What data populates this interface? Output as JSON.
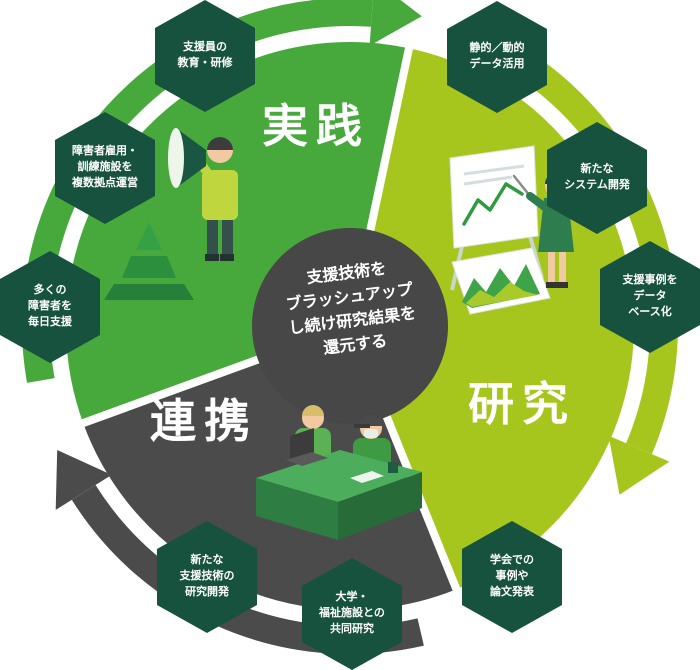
{
  "colors": {
    "practice": "#47a93b",
    "research": "#a6c61e",
    "collaboration": "#4b4b4b",
    "badge-bg": "#17523f",
    "center-bg": "#474747"
  },
  "sections": {
    "practice": {
      "label": "実践"
    },
    "research": {
      "label": "研究"
    },
    "collaboration": {
      "label": "連携"
    }
  },
  "center": {
    "lines": [
      "支援技術を",
      "ブラッシュアップ",
      "し続け研究結果を",
      "還元する"
    ]
  },
  "badges": [
    {
      "id": "staff-training",
      "lines": [
        "支援員の",
        "教育・研修"
      ]
    },
    {
      "id": "data-utilization",
      "lines": [
        "静的／動的",
        "データ活用"
      ]
    },
    {
      "id": "multi-site",
      "lines": [
        "障害者雇用・",
        "訓練施設を",
        "複数拠点運営"
      ]
    },
    {
      "id": "system-dev",
      "lines": [
        "新たな",
        "システム開発"
      ]
    },
    {
      "id": "daily-support",
      "lines": [
        "多くの",
        "障害者を",
        "毎日支援"
      ]
    },
    {
      "id": "case-database",
      "lines": [
        "支援事例を",
        "データ",
        "ベース化"
      ]
    },
    {
      "id": "tech-rnd",
      "lines": [
        "新たな",
        "支援技術の",
        "研究開発"
      ]
    },
    {
      "id": "conference",
      "lines": [
        "学会での",
        "事例や",
        "論文発表"
      ]
    },
    {
      "id": "joint-research",
      "lines": [
        "大学・",
        "福祉施設との",
        "共同研究"
      ]
    }
  ]
}
